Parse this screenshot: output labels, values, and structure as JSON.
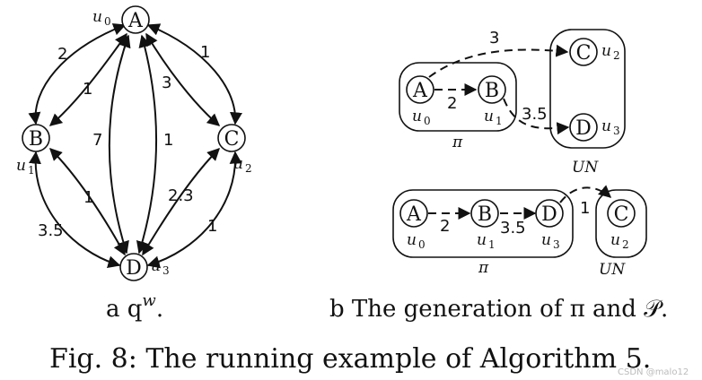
{
  "graph_a": {
    "nodes": {
      "A": {
        "label": "A",
        "user": "u",
        "user_sub": "0"
      },
      "B": {
        "label": "B",
        "user": "u",
        "user_sub": "1"
      },
      "C": {
        "label": "C",
        "user": "u",
        "user_sub": "2"
      },
      "D": {
        "label": "D",
        "user": "u",
        "user_sub": "3"
      }
    },
    "weights": {
      "A_B_outer": "2",
      "A_B_inner": "1",
      "A_C_inner": "3",
      "A_C_outer": "1",
      "A_D_left": "7",
      "A_D_right": "1",
      "B_D_inner": "1",
      "B_D_outer": "3.5",
      "C_D_inner": "2.3",
      "C_D_outer": "1"
    },
    "sublabel": "a q",
    "sublabel_sup": "w",
    "sublabel_end": "."
  },
  "graph_b": {
    "top": {
      "A": {
        "label": "A",
        "user": "u",
        "user_sub": "0"
      },
      "B": {
        "label": "B",
        "user": "u",
        "user_sub": "1"
      },
      "C": {
        "label": "C",
        "user": "u",
        "user_sub": "2"
      },
      "D": {
        "label": "D",
        "user": "u",
        "user_sub": "3"
      },
      "w_AB": "2",
      "w_AC": "3",
      "w_BD": "3.5",
      "group_pi": "π",
      "group_un": "UN"
    },
    "bottom": {
      "A": {
        "label": "A",
        "user": "u",
        "user_sub": "0"
      },
      "B": {
        "label": "B",
        "user": "u",
        "user_sub": "1"
      },
      "D": {
        "label": "D",
        "user": "u",
        "user_sub": "3"
      },
      "C": {
        "label": "C",
        "user": "u",
        "user_sub": "2"
      },
      "w_AB": "2",
      "w_BD": "3.5",
      "w_DC": "1",
      "group_pi": "π",
      "group_un": "UN"
    },
    "sublabel": "b The generation of π and 𝒫."
  },
  "caption": "Fig. 8: The running example of Algorithm 5.",
  "watermark": "CSDN @malo12"
}
